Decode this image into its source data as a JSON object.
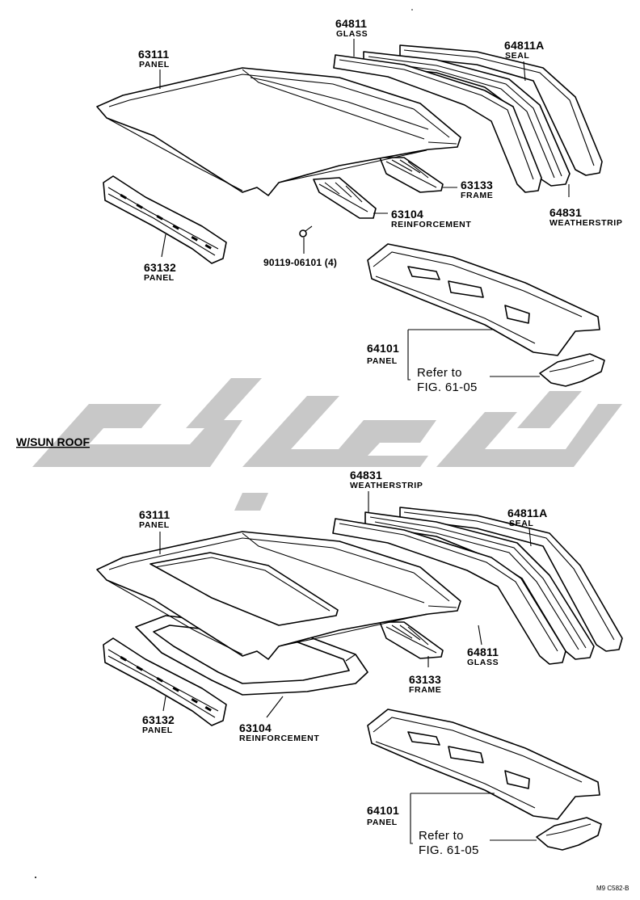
{
  "top": {
    "labels": [
      {
        "part": "63111",
        "name": "PANEL"
      },
      {
        "part": "64811",
        "name": "GLASS"
      },
      {
        "part": "64811A",
        "name": "SEAL"
      },
      {
        "part": "63133",
        "name": "FRAME"
      },
      {
        "part": "64831",
        "name": "WEATHERSTRIP"
      },
      {
        "part": "63104",
        "name": "REINFORCEMENT"
      },
      {
        "part": "63132",
        "name": "PANEL"
      },
      {
        "part": "64101",
        "name": "PANEL"
      }
    ],
    "bolt": "90119-06101 (4)",
    "refer": {
      "line1": "Refer to",
      "line2": "FIG. 61-05"
    }
  },
  "section_title": "W/SUN  ROOF",
  "bottom": {
    "labels": [
      {
        "part": "64831",
        "name": "WEATHERSTRIP"
      },
      {
        "part": "63111",
        "name": "PANEL"
      },
      {
        "part": "64811A",
        "name": "SEAL"
      },
      {
        "part": "64811",
        "name": "GLASS"
      },
      {
        "part": "63133",
        "name": "FRAME"
      },
      {
        "part": "63132",
        "name": "PANEL"
      },
      {
        "part": "63104",
        "name": "REINFORCEMENT"
      },
      {
        "part": "64101",
        "name": "PANEL"
      }
    ],
    "refer": {
      "line1": "Refer to",
      "line2": "FIG. 61-05"
    }
  },
  "figure_code": "M9  C582-B",
  "colors": {
    "ink": "#000000",
    "watermark": "#c8c8c8",
    "paper": "#ffffff"
  }
}
